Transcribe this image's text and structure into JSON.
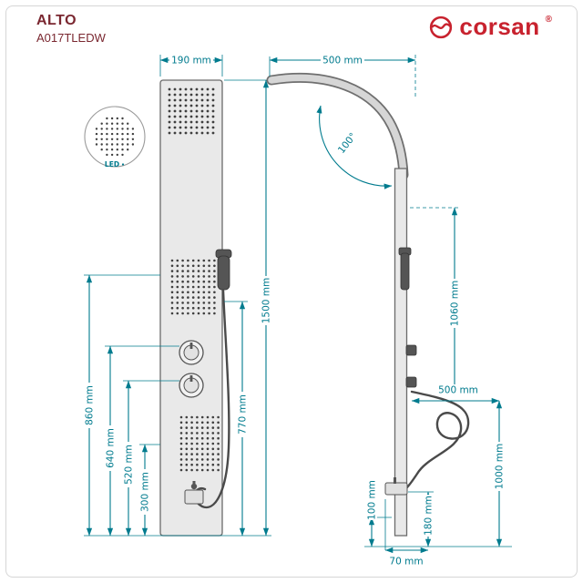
{
  "header": {
    "product": "ALTO",
    "sku": "A017TLEDW"
  },
  "brand": {
    "name": "corsan",
    "registered": "®"
  },
  "front_view": {
    "width": "190 mm",
    "height_total": "1500 mm",
    "d770": "770 mm",
    "d860": "860 mm",
    "d640": "640 mm",
    "d520": "520 mm",
    "d300": "300 mm"
  },
  "side_view": {
    "depth": "500 mm",
    "angle": "100°",
    "d1060": "1060 mm",
    "d500": "500 mm",
    "d1000": "1000 mm",
    "d180": "180 mm",
    "d100": "100 mm",
    "d70": "70 mm"
  },
  "detail": {
    "led": "LED"
  },
  "colors": {
    "accent": "#007b8e",
    "brand": "#c8222e",
    "title": "#7a2730"
  }
}
